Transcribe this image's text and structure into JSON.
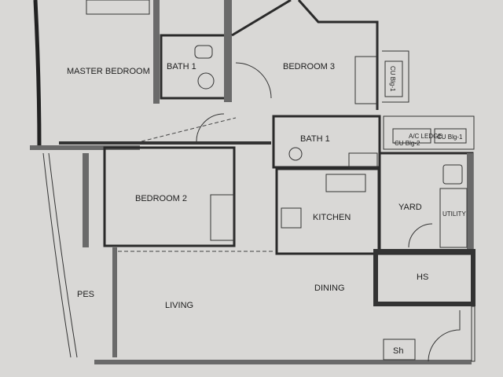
{
  "rooms": {
    "master_bedroom": "MASTER BEDROOM",
    "bath_1": "BATH 1",
    "bedroom_3": "BEDROOM 3",
    "bath_1b": "BATH 1",
    "bedroom_2": "BEDROOM 2",
    "kitchen": "KITCHEN",
    "yard": "YARD",
    "utility": "UTILITY",
    "hs": "HS",
    "pes": "PES",
    "living": "LIVING",
    "dining": "DINING",
    "shelter": "Sh",
    "ac_ledge": "A/C LEDGE",
    "cu_1": "CU Blg-1",
    "cu_2": "CU Blg-2",
    "cu_1v": "CU Blg-1"
  },
  "colors": {
    "paper": "#d9d8d6",
    "ink": "#2a2a2a"
  }
}
